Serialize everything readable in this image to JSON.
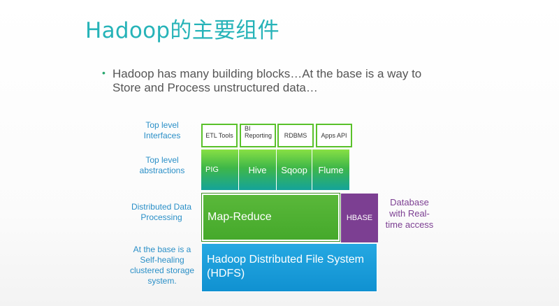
{
  "title": "Hadoop的主要组件",
  "intro": {
    "bullet": "•",
    "line1": "Hadoop has many building blocks…At the base is a way to",
    "line2": "Store and Process unstructured data…"
  },
  "layers": {
    "interfaces": {
      "label_line1": "Top level",
      "label_line2": "Interfaces"
    },
    "abstractions": {
      "label_line1": "Top level",
      "label_line2": "abstractions"
    },
    "processing": {
      "label_line1": "Distributed Data",
      "label_line2": "Processing"
    },
    "storage": {
      "label_line1": "At the base is a",
      "label_line2": "Self-healing",
      "label_line3": "clustered storage",
      "label_line4": "system."
    }
  },
  "interfaces": [
    "ETL Tools",
    "BI Reporting",
    "RDBMS",
    "Apps API"
  ],
  "abstractions": [
    "PIG",
    "Hive",
    "Sqoop",
    "Flume"
  ],
  "map_reduce": "Map-Reduce",
  "hbase": "HBASE",
  "database_note": "Database with Real-time access",
  "hdfs": {
    "line1": "Hadoop Distributed File System",
    "line2": "(HDFS)"
  },
  "colors": {
    "title": "#26b3b8",
    "label": "#2a8fc7",
    "green": "#45a92b",
    "hbase": "#7c3f92",
    "hdfs": "#1a9bd9"
  }
}
